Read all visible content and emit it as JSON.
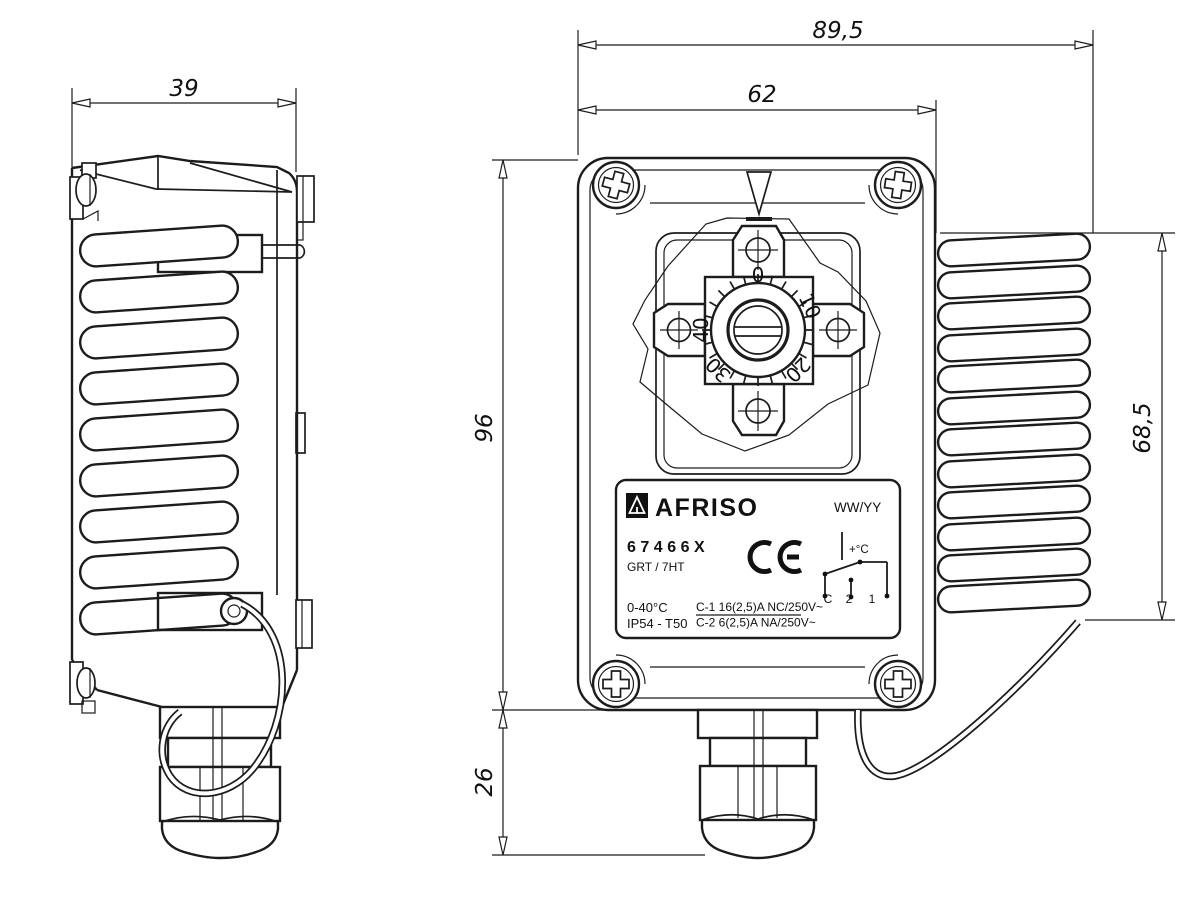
{
  "dimensions": {
    "side_depth": "39",
    "front_total_width": "89,5",
    "front_body_width": "62",
    "front_body_height": "96",
    "gland_height": "26",
    "coil_height": "68,5"
  },
  "dial": {
    "numbers": [
      "0",
      "10",
      "20",
      "30",
      "40"
    ]
  },
  "label": {
    "brand": "AFRISO",
    "date_code": "WW/YY",
    "model": "67466X",
    "type_code": "GRT / 7HT",
    "temp_range": "0-40°C",
    "protection": "IP54 - T50",
    "contact1": "C-1 16(2,5)A NC/250V~",
    "contact2": "C-2  6(2,5)A NA/250V~",
    "sensor_label": "+°C",
    "terminal_c": "C",
    "terminal_2": "2",
    "terminal_1": "1"
  }
}
